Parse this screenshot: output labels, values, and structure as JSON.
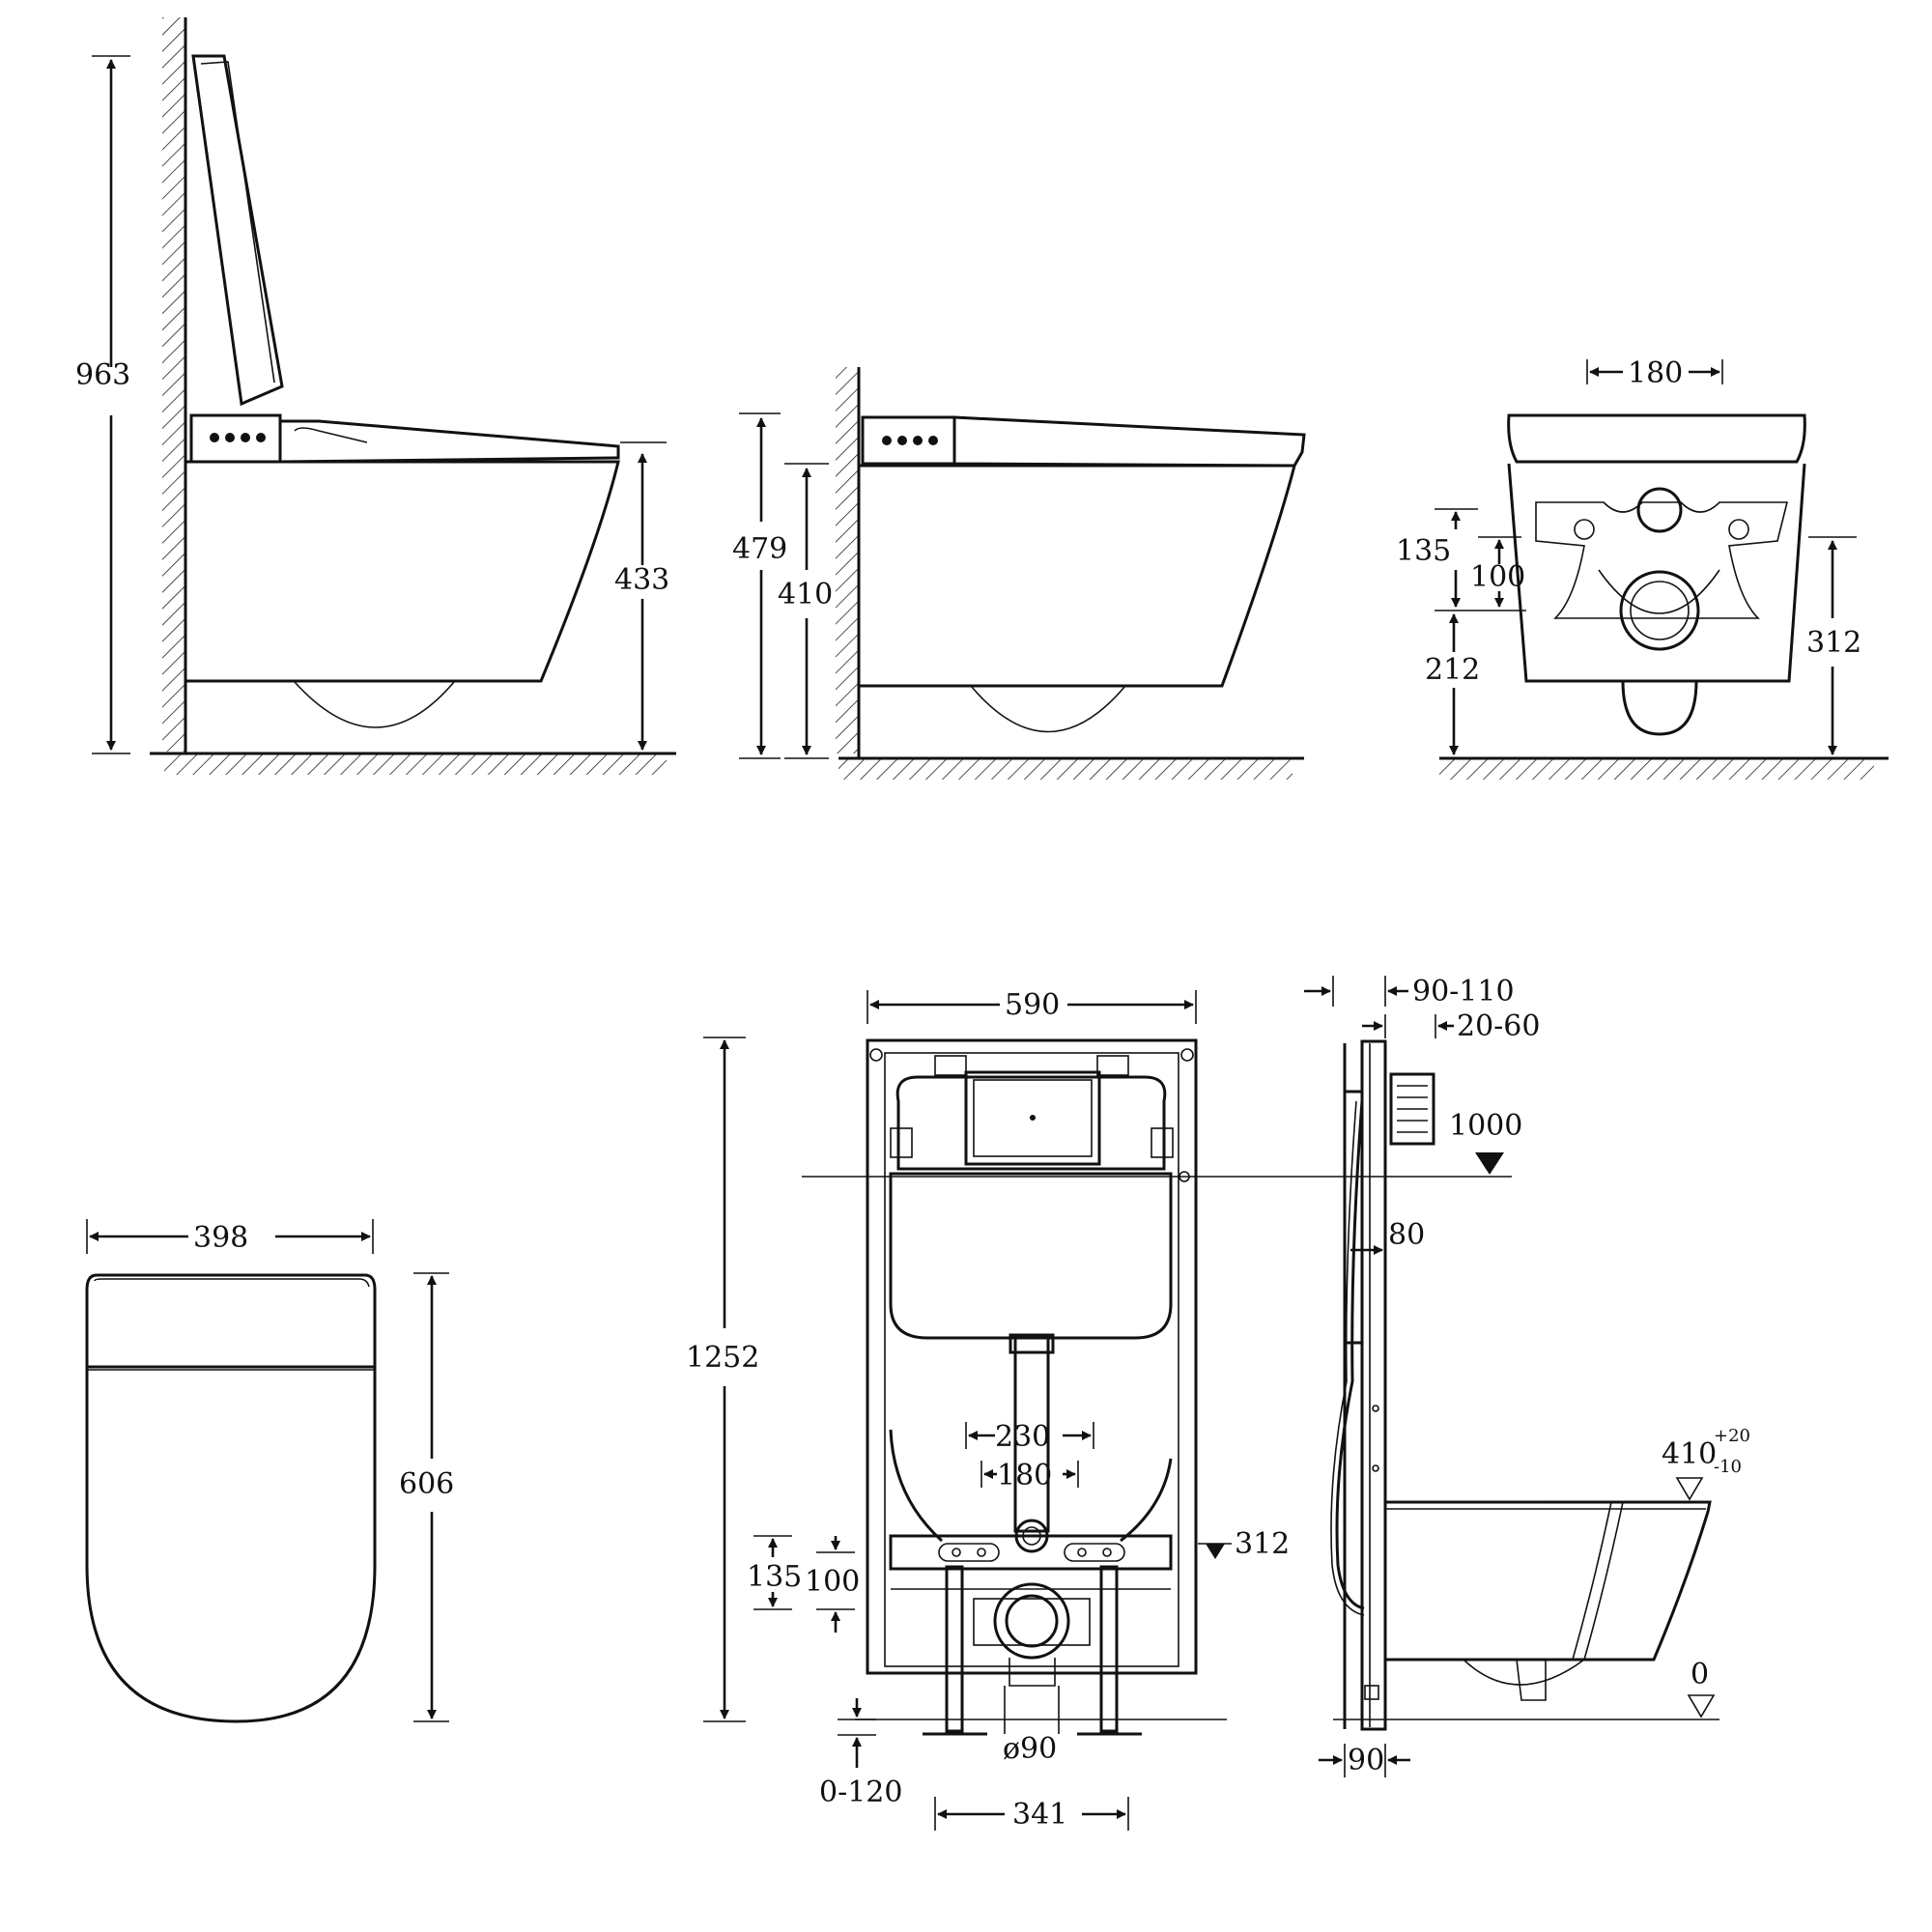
{
  "side_view_seat_open": {
    "overall_height": "963",
    "seat_height": "433"
  },
  "side_view_seat_closed": {
    "lid_height": "479",
    "seat_height": "410"
  },
  "front_view": {
    "nozzle_width": "180",
    "upper_hole_height": "135",
    "lower_hole_height": "100",
    "base_height": "212",
    "drain_height": "312"
  },
  "top_view": {
    "width": "398",
    "length": "606"
  },
  "frame_front": {
    "width": "590",
    "height": "1252",
    "outer_bolt_spacing": "230",
    "inner_bolt_spacing": "180",
    "bolt_height_upper": "135",
    "bolt_height_lower": "100",
    "drain_level": "312",
    "foot_adjust": "0-120",
    "pipe_diameter": "ø90",
    "foot_spacing": "341"
  },
  "frame_side": {
    "wall_depth": "90-110",
    "cladding": "20-60",
    "button_level": "1000",
    "tank_depth": "80",
    "frame_depth": "90",
    "rim_level_base": "410",
    "rim_tolerance_plus": "+20",
    "rim_tolerance_minus": "-10",
    "floor_level": "0"
  }
}
